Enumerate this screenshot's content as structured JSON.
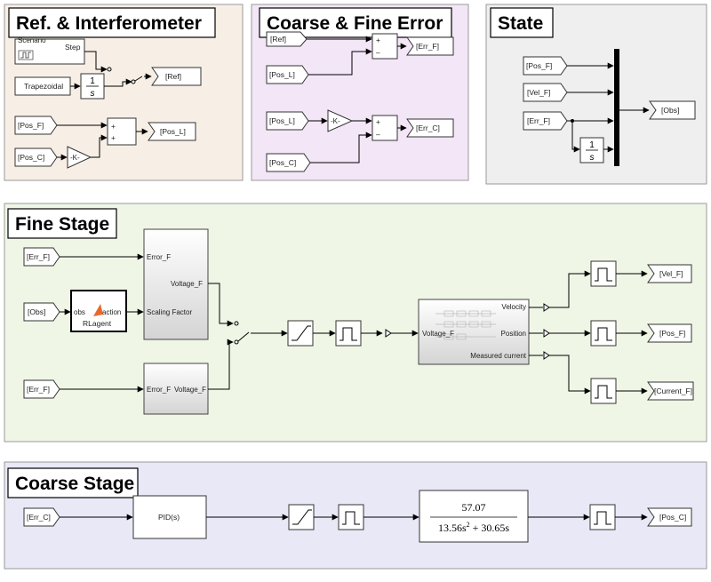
{
  "areas": {
    "ref": {
      "title": "Ref. & Interferometer",
      "color": "#f7efe6"
    },
    "err": {
      "title": "Coarse & Fine Error",
      "color": "#f3e6f7"
    },
    "state": {
      "title": "State",
      "color": "#efefef"
    },
    "fine": {
      "title": "Fine Stage",
      "color": "#eff6e6"
    },
    "coarse": {
      "title": "Coarse Stage",
      "color": "#e8e8f7"
    }
  },
  "ref": {
    "step_scenario": "Scenario",
    "step_label": "Step",
    "trapezoidal": "Trapezoidal",
    "int_num": "1",
    "int_den": "s",
    "goto_ref": "[Ref]",
    "from_pos_f": "[Pos_F]",
    "from_pos_c": "[Pos_C]",
    "gain": "-K-",
    "goto_pos_l": "[Pos_L]",
    "plus1": "+",
    "plus2": "+"
  },
  "err": {
    "from_ref": "[Ref]",
    "from_pos_l": "[Pos_L]",
    "goto_err_f": "[Err_F]",
    "from_pos_l2": "[Pos_L]",
    "gain": "-K-",
    "from_pos_c": "[Pos_C]",
    "goto_err_c": "[Err_C]",
    "plus": "+",
    "minus": "–"
  },
  "state": {
    "from_pos_f": "[Pos_F]",
    "from_vel_f": "[Vel_F]",
    "from_err_f": "[Err_F]",
    "int_num": "1",
    "int_den": "s",
    "goto_obs": "[Obs]"
  },
  "fine": {
    "from_err_f": "[Err_F]",
    "from_obs": "[Obs]",
    "from_err_f2": "[Err_F]",
    "rl_in": "obs",
    "rl_out": "action",
    "rl_name": "RLagent",
    "sub1_in1": "Error_F",
    "sub1_out": "Voltage_F",
    "sub1_in2": "Scaling Factor",
    "sub2_in": "Error_F",
    "sub2_out": "Voltage_F",
    "plant_in": "Voltage_F",
    "plant_out1": "Velocity",
    "plant_out2": "Position",
    "plant_out3": "Measured current",
    "goto_vel_f": "[Vel_F]",
    "goto_pos_f": "[Pos_F]",
    "goto_current_f": "[Current_F]"
  },
  "coarse": {
    "from_err_c": "[Err_C]",
    "pid": "PID(s)",
    "tf_num": "57.07",
    "tf_den_a": "13.56s",
    "tf_den_exp": "2",
    "tf_den_b": " + 30.65s",
    "goto_pos_c": "[Pos_C]"
  }
}
